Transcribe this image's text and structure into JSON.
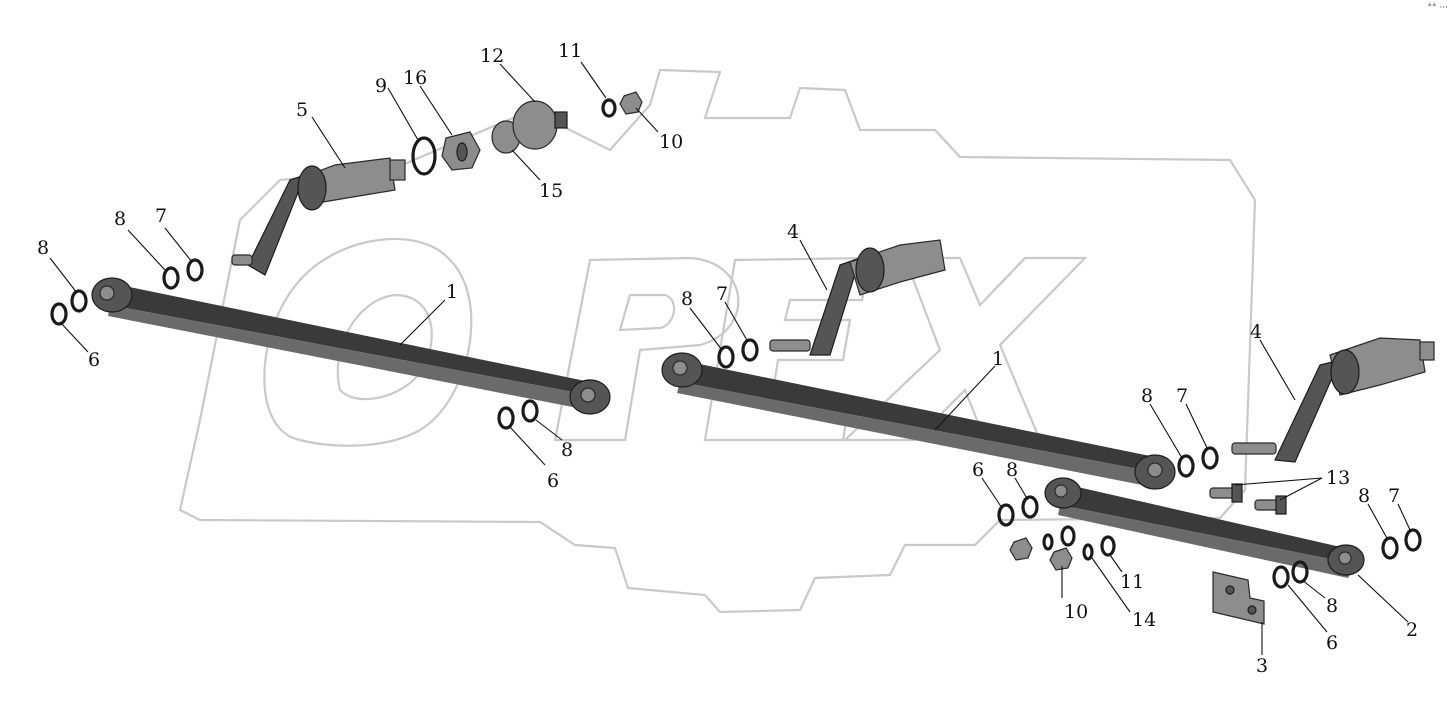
{
  "corner_mark": "°° ···",
  "callouts": {
    "p1a": "1",
    "p1b": "1",
    "p2": "2",
    "p3": "3",
    "p4a": "4",
    "p4b": "4",
    "p5": "5",
    "p6a": "6",
    "p6b": "6",
    "p6c": "6",
    "p6d": "6",
    "p7a": "7",
    "p7b": "7",
    "p7c": "7",
    "p7d": "7",
    "p8a": "8",
    "p8b": "8",
    "p8c": "8",
    "p8d": "8",
    "p8e": "8",
    "p8f": "8",
    "p8g": "8",
    "p8h": "8",
    "p9": "9",
    "p10a": "10",
    "p10b": "10",
    "p11a": "11",
    "p11b": "11",
    "p12": "12",
    "p13": "13",
    "p14": "14",
    "p15": "15",
    "p16": "16"
  }
}
